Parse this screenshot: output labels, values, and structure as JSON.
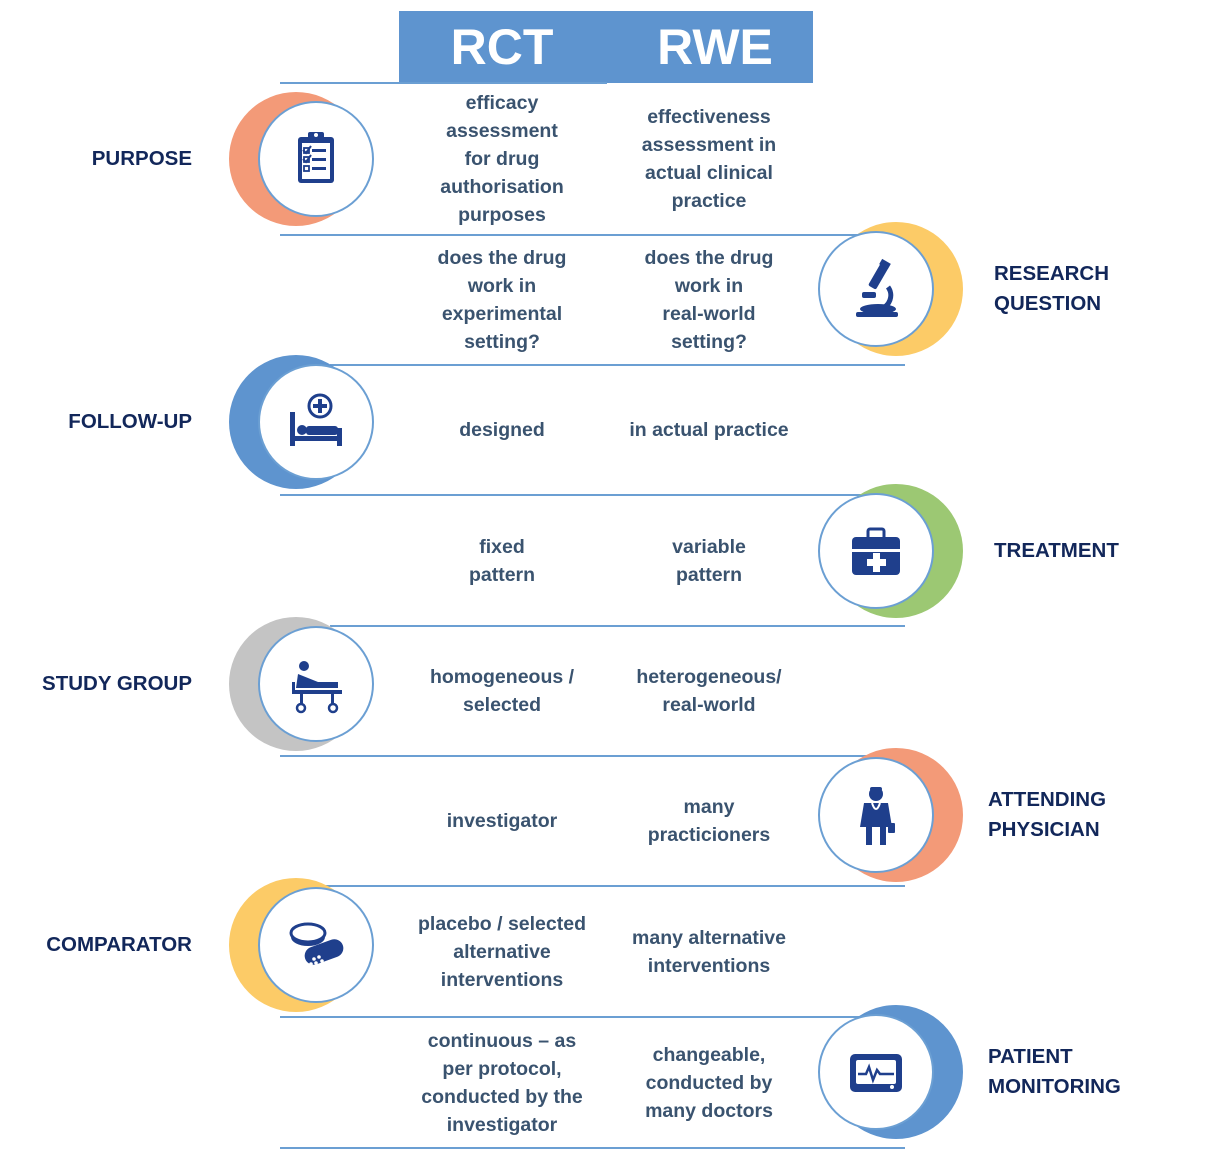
{
  "header": {
    "col1": "RCT",
    "col2": "RWE"
  },
  "rows": [
    {
      "label": "PURPOSE",
      "rct": "efficacy\nassessment\nfor drug\nauthorisation\npurposes",
      "rwe": "effectiveness\nassessment in\nactual clinical\npractice",
      "icon": "clipboard-checklist-icon",
      "accent": "#f39a78"
    },
    {
      "label": "RESEARCH\nQUESTION",
      "rct": "does the drug\nwork in\nexperimental\nsetting?",
      "rwe": "does the drug\nwork in\nreal-world\nsetting?",
      "icon": "microscope-icon",
      "accent": "#fccb67"
    },
    {
      "label": "FOLLOW-UP",
      "rct": "designed",
      "rwe": "in actual practice",
      "icon": "hospital-bed-icon",
      "accent": "#5e94cf"
    },
    {
      "label": "TREATMENT",
      "rct": "fixed\npattern",
      "rwe": "variable\npattern",
      "icon": "medical-kit-icon",
      "accent": "#9cc873"
    },
    {
      "label": "STUDY GROUP",
      "rct": "homogeneous /\nselected",
      "rwe": "heterogeneous/\nreal-world",
      "icon": "patient-stretcher-icon",
      "accent": "#c4c4c4"
    },
    {
      "label": "ATTENDING\nPHYSICIAN",
      "rct": "investigator",
      "rwe": "many\npracticioners",
      "icon": "doctor-icon",
      "accent": "#f39a78"
    },
    {
      "label": "COMPARATOR",
      "rct": "placebo / selected\nalternative\ninterventions",
      "rwe": "many alternative\ninterventions",
      "icon": "pills-icon",
      "accent": "#fccb67"
    },
    {
      "label": "PATIENT\nMONITORING",
      "rct": "continuous – as\nper protocol,\nconducted by the\ninvestigator",
      "rwe": "changeable,\nconducted by\nmany doctors",
      "icon": "heart-monitor-icon",
      "accent": "#5e94cf"
    }
  ]
}
